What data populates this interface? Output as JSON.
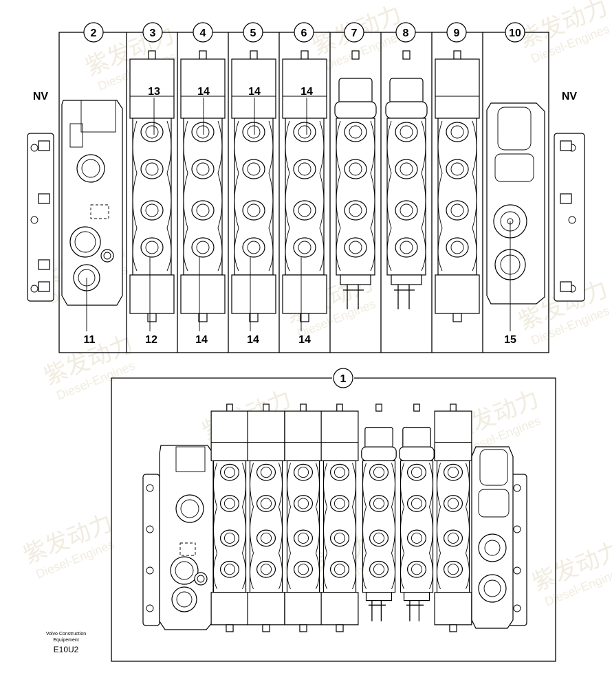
{
  "figure": {
    "top_view": {
      "section_numbers": [
        "2",
        "3",
        "4",
        "5",
        "6",
        "7",
        "8",
        "9",
        "10"
      ],
      "side_labels": {
        "left": "NV",
        "right": "NV"
      },
      "inner_labels_top": [
        "13",
        "14",
        "14",
        "14"
      ],
      "bottom_labels": [
        "11",
        "12",
        "14",
        "14",
        "14",
        "15"
      ]
    },
    "assembly_view": {
      "callout": "1"
    },
    "footer": {
      "publisher_line1": "Volvo Construction",
      "publisher_line2": "Equipement",
      "code": "E10U2"
    },
    "watermark": {
      "brand": "紫发动力",
      "sub": "Diesel-Engines"
    },
    "colors": {
      "line": "#000000",
      "background": "#ffffff",
      "watermark": "#f0ece0"
    }
  }
}
